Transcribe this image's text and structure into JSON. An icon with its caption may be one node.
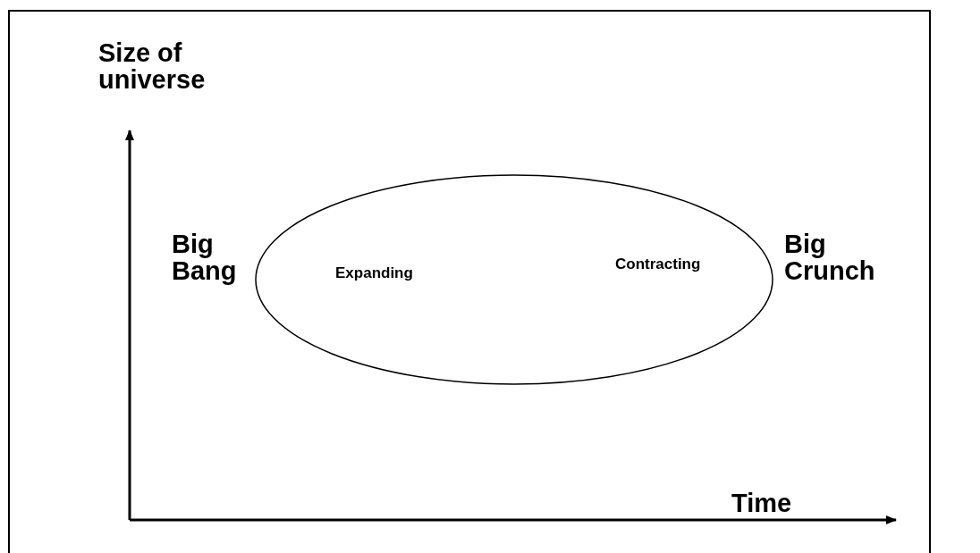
{
  "diagram": {
    "nodes": [
      {
        "text": [
          "Expanding",
          "Contracting"
        ],
        "beside": [
          "Big Bang",
          "Big Crunch"
        ]
      }
    ],
    "labels": [
      "Size of universe",
      "Time"
    ]
  }
}
